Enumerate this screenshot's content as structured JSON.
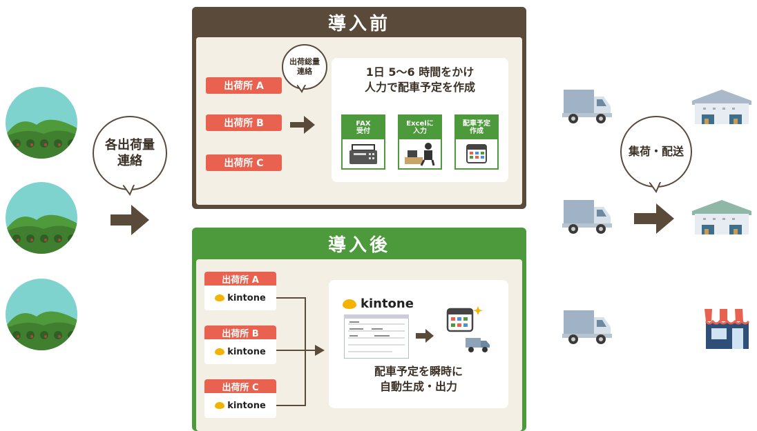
{
  "left": {
    "bubble_text": "各出荷量\n連絡"
  },
  "before": {
    "title": "導入前",
    "stations": [
      "出荷所 A",
      "出荷所 B",
      "出荷所 C"
    ],
    "bubble_text": "出荷総量\n連絡",
    "card_text": "1日 5〜6 時間をかけ\n人力で配車予定を作成",
    "steps": [
      {
        "label": "FAX\n受付",
        "icon": "fax-icon"
      },
      {
        "label": "Excelに\n入力",
        "icon": "person-computer-icon"
      },
      {
        "label": "配車予定\n作成",
        "icon": "calendar-icon"
      }
    ]
  },
  "after": {
    "title": "導入後",
    "stations": [
      "出荷所 A",
      "出荷所 B",
      "出荷所 C"
    ],
    "kintone_label": "kintone",
    "card_logo": "kintone",
    "card_text": "配車予定を瞬時に\n自動生成・出力"
  },
  "right": {
    "bubble_text": "集荷・配送"
  },
  "colors": {
    "brown": "#5a4a3a",
    "green": "#4c9a3c",
    "coral": "#e8624f",
    "beige": "#f4efe4",
    "kintone_yellow": "#f3b300"
  }
}
